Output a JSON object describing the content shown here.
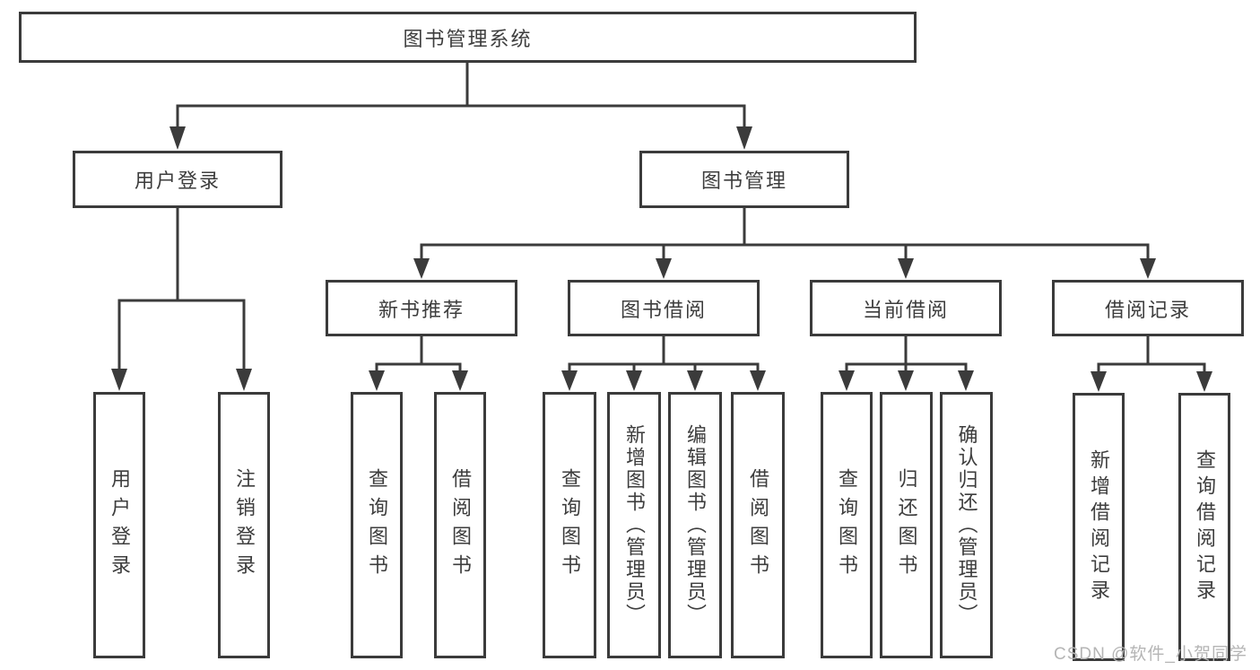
{
  "diagram_title": "图书管理系统",
  "nodes": {
    "root": "图书管理系统",
    "userLogin": "用户登录",
    "bookMgmt": "图书管理",
    "newBookRec": "新书推荐",
    "bookBorrow": "图书借阅",
    "currentBorrow": "当前借阅",
    "borrowRecords": "借阅记录",
    "leaves": {
      "userLogin": [
        "用户登录",
        "注销登录"
      ],
      "newBookRec": [
        "查询图书",
        "借阅图书"
      ],
      "bookBorrow": [
        "查询图书",
        "新增图书（管理员）",
        "编辑图书（管理员）",
        "借阅图书"
      ],
      "currentBorrow": [
        "查询图书",
        "归还图书",
        "确认归还（管理员）"
      ],
      "borrowRecords": [
        "新增借阅记录",
        "查询借阅记录"
      ]
    }
  },
  "watermark": "CSDN @软件_小贺同学",
  "colors": {
    "line": "#3b3b3b",
    "border": "#3b3b3b",
    "text": "#3d3d3d",
    "watermark": "#b5b5b5",
    "background": "#ffffff"
  }
}
